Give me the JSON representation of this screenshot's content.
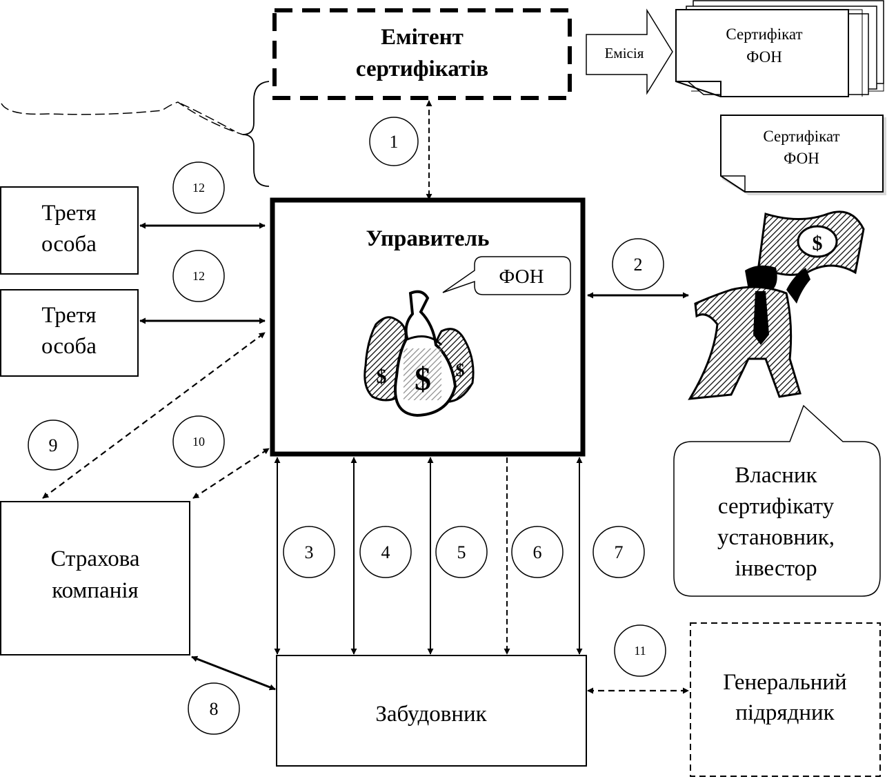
{
  "nodes": {
    "issuer": {
      "line1": "Емітент",
      "line2": "сертифікатів"
    },
    "manager": {
      "title": "Управитель"
    },
    "fon_bubble": "ФОН",
    "third_party_1": {
      "line1": "Третя",
      "line2": "особа"
    },
    "third_party_2": {
      "line1": "Третя",
      "line2": "особа"
    },
    "insurance": {
      "line1": "Страхова",
      "line2": "компанія"
    },
    "developer": "Забудовник",
    "general_contractor": {
      "line1": "Генеральний",
      "line2": "підрядник"
    },
    "owner_bubble": {
      "line1": "Власник",
      "line2": "сертифікату",
      "line3": "установник,",
      "line4": "інвестор"
    },
    "emission_arrow": "Емісія",
    "certificate_stack": {
      "line1": "Сертифікат",
      "line2": "ФОН"
    },
    "certificate_single": {
      "line1": "Сертифікат",
      "line2": "ФОН"
    },
    "money_bag_symbol": "$"
  },
  "relations": {
    "r1": "1",
    "r2": "2",
    "r3": "3",
    "r4": "4",
    "r5": "5",
    "r6": "6",
    "r7": "7",
    "r8": "8",
    "r9": "9",
    "r10": "10",
    "r11": "11",
    "r12a": "12",
    "r12b": "12"
  },
  "colors": {
    "ink": "#000000",
    "shadow": "#d9d9d9",
    "paper": "#ffffff",
    "gray": "#9a9a9a"
  }
}
